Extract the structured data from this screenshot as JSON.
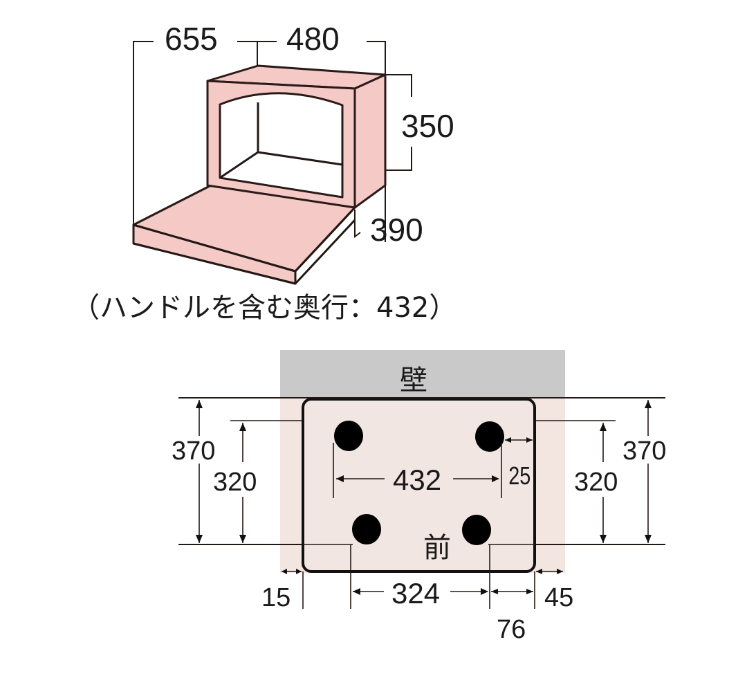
{
  "oven_diagram": {
    "dimensions": {
      "total_depth_door_open": "655",
      "width": "480",
      "height": "350",
      "depth": "390"
    },
    "note": "（ハンドルを含む奥行：432）",
    "colors": {
      "body_fill": "#f4c9c6",
      "outline": "#2b1a18"
    }
  },
  "footprint_diagram": {
    "wall_label": "壁",
    "front_label": "前",
    "dimensions": {
      "left_outer_depth": "370",
      "left_foot_depth": "320",
      "right_outer_depth": "370",
      "right_foot_depth": "320",
      "foot_span_back": "432",
      "back_foot_side_offset": "25",
      "left_clearance": "15",
      "foot_span_front": "324",
      "front_foot_side_offset": "76",
      "right_clearance": "45"
    },
    "colors": {
      "wall": "#c9c9ca",
      "clearance_area": "#f3e6e1",
      "footprint": "#f2e6e3",
      "feet": "#000000"
    }
  }
}
